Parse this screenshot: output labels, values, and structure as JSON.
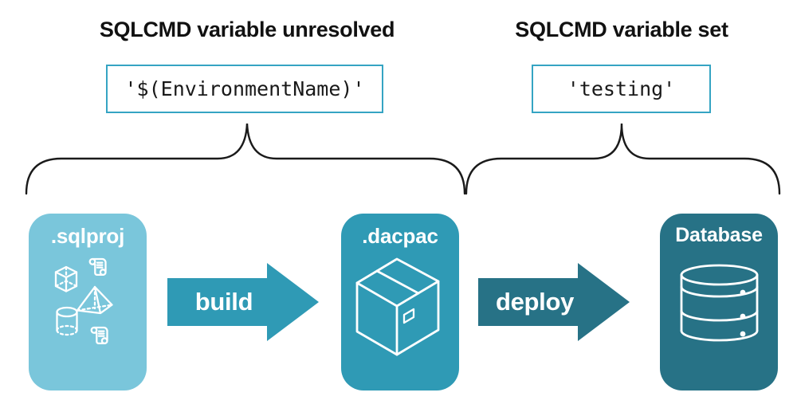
{
  "annotations": {
    "unresolved": {
      "heading": "SQLCMD variable unresolved",
      "code": "'$(EnvironmentName)'"
    },
    "set": {
      "heading": "SQLCMD variable set",
      "code": "'testing'"
    }
  },
  "pipeline": {
    "nodes": [
      {
        "id": "sqlproj",
        "label": ".sqlproj",
        "color": "#7AC6DB",
        "icon": "sql-project-objects-icon"
      },
      {
        "id": "dacpac",
        "label": ".dacpac",
        "color": "#2F9AB5",
        "icon": "package-box-icon"
      },
      {
        "id": "database",
        "label": "Database",
        "color": "#277286",
        "icon": "database-icon"
      }
    ],
    "steps": [
      {
        "id": "build",
        "label": "build",
        "color": "#2F9AB5"
      },
      {
        "id": "deploy",
        "label": "deploy",
        "color": "#277286"
      }
    ]
  },
  "colors": {
    "background": "#FFFFFF",
    "code_box_border": "#35A4C3",
    "heading_text": "#111111",
    "code_text": "#191919",
    "brace_stroke": "#1A1A1A",
    "icon_stroke": "#FFFFFF"
  }
}
